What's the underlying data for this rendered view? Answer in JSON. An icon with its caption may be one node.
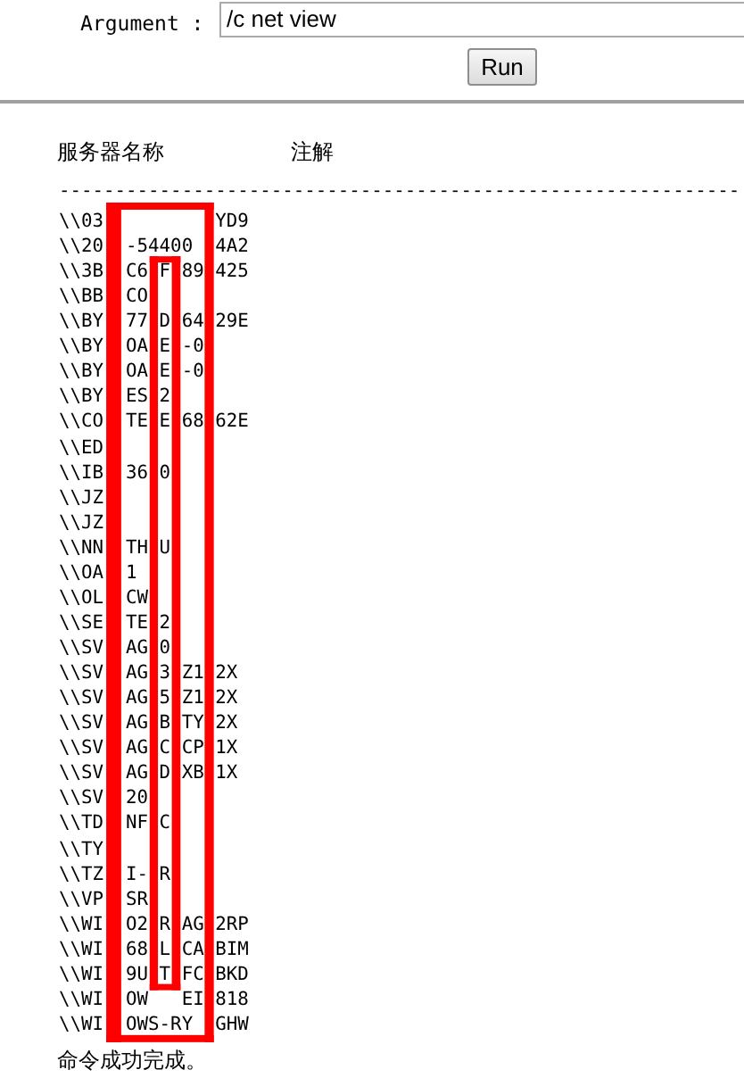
{
  "diagram": {
    "labels": [
      "Argument :",
      "/c net view",
      "Run",
      "服务器名称",
      "注解",
      "-------------------------------------------------------------",
      "\\\\03 YD9",
      "\\\\20 -54400 4A2",
      "\\\\3B C6 F 89 425",
      "\\\\BB CO",
      "\\\\BY 77 D 64 29E",
      "\\\\BY OA E -0",
      "\\\\BY OA E -0",
      "\\\\BY ES 2",
      "\\\\CO TE E 68 62E",
      "\\\\ED",
      "\\\\IB 36 0",
      "\\\\JZ",
      "\\\\JZ",
      "\\\\NN TH U",
      "\\\\OA 1",
      "\\\\OL CW",
      "\\\\SE TE 2",
      "\\\\SV AG 0",
      "\\\\SV AG 3 Z1 2X",
      "\\\\SV AG 5 Z1 2X",
      "\\\\SV AG B TY 2X",
      "\\\\SV AG C CP 1X",
      "\\\\SV AG D XB 1X",
      "\\\\SV 20",
      "\\\\TD NF C",
      "\\\\TY",
      "\\\\TZ I- R",
      "\\\\VP SR",
      "\\\\WI O2 R AG 2RP",
      "\\\\WI 68 L CA BIM",
      "\\\\WI 9U T FC BKD",
      "\\\\WI OW EI 818",
      "\\\\WI OWS-RY GHW",
      "命令成功完成。"
    ]
  }
}
